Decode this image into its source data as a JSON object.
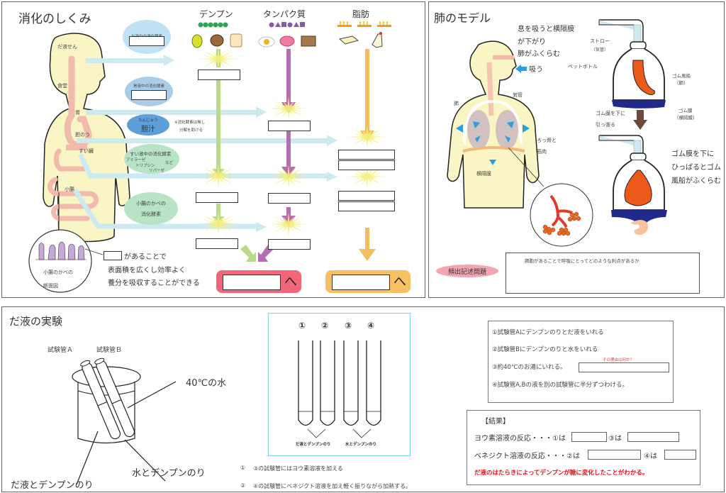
{
  "digestion": {
    "title": "消化のしくみ",
    "columns": [
      {
        "label": "デンプン",
        "color": "#b9d98b"
      },
      {
        "label": "タンパク質",
        "color": "#b46fb0"
      },
      {
        "label": "脂肪",
        "color": "#f4bd5d"
      }
    ],
    "organs": {
      "salivary": "だ液せん",
      "esophagus": "食堂",
      "stomach": "胃",
      "gallbladder": "胆のう",
      "pancreas": "すい臓",
      "small_intestine": "小腸"
    },
    "enzymes": {
      "saliva": "だ液中の消化酵素",
      "gastric": "胃液中の消化酵素",
      "bile_reading": "たんじゅう",
      "bile": "胆汁",
      "bile_note_1": "※消化酵素は無し",
      "bile_note_2": "分解を助ける",
      "pancreatic": "すい液中の消化酵素",
      "amylase": "アミラーゼ",
      "trypsin": "トリプシン",
      "lipase": "リパーゼ",
      "etc": "など",
      "intestinal_1": "小腸のかべの",
      "intestinal_2": "消化酵素"
    },
    "villi": {
      "caption_1": "小腸のかべの",
      "caption_2": "断面図",
      "line1": "があることで",
      "line2": "表面積を広くし効率よく",
      "line3": "養分を吸収することができる"
    },
    "destination_arrow": "へ",
    "colors": {
      "flow_arrow": "#cdeaf0",
      "saliva_ellipse": "#bfe2f5",
      "gastric_ellipse": "#a9cce9",
      "bile_ellipse": "#5d9fd6",
      "green_ellipse": "#b8e3c4",
      "body": "#faf5c5",
      "gut": "#f2b9ad",
      "starburst": "#f5f07a",
      "red_box": "#f0677a",
      "orange_box": "#f7c062"
    }
  },
  "lung": {
    "title": "肺のモデル",
    "inhale_1": "息を吸うと横隔膜",
    "inhale_2": "が下がり",
    "inhale_3": "肺がふくらむ",
    "inhale_label": "吸う",
    "trachea": "気管",
    "lung": "肺",
    "ribs_1": "ろっ骨と",
    "ribs_2": "筋肉",
    "diaphragm": "横隔膜",
    "straw_1": "ストロー",
    "straw_2": "（気管）",
    "bottle": "ペットボトル",
    "balloon_1": "ゴム風船",
    "balloon_2": "（肺）",
    "membrane_1": "ゴム膜",
    "membrane_2": "（横隔膜）",
    "pull_1": "ゴム膜を下に",
    "pull_2": "引っ張る",
    "result_1": "ゴム膜を下に",
    "result_2": "ひっぱるとゴム",
    "result_3": "風船がふくらむ",
    "exam_badge": "頻出記述問題",
    "question": "肺胞があることで呼吸にとってどのような利点があるか"
  },
  "saliva_experiment": {
    "title": "だ液の実験",
    "tube_a": "試験管Ａ",
    "tube_b": "試験管Ｂ",
    "water": "40℃の水",
    "saliva_starch": "だ液とデンプンのり",
    "water_starch": "水とデンプンのり",
    "tube_numbers": [
      "①",
      "②",
      "③",
      "④"
    ],
    "tube_group_1": "だ液とデンプンのり",
    "tube_group_2": "水とデンプンのり",
    "instructions": [
      {
        "num": "①",
        "text": "③の試験管にはヨウ素溶液を加える"
      },
      {
        "num": "②",
        "text": "④の試験管にベネジクト溶液を加え軽く振りながら加熱する。"
      }
    ],
    "steps": [
      "①試験管Aにデンプンのりとだ液をいれる",
      "②試験管Bにデンプンのりと水をいれる",
      "③約40℃のお湯にいれる。",
      "④試験管A,Bの液を別の試験管に半分ずつわける。"
    ],
    "step_hint": "その理由は何か？",
    "results": {
      "title": "【結果】",
      "iodine_label": "ヨウ素溶液の反応・・・①は",
      "iodine_3": "③は",
      "benedict_label": "ベネジクト溶液の反応・・・②は",
      "benedict_4": "④は",
      "conclusion": "だ液のはたらきによってデンプンが糖に変化したことがわかる。"
    }
  }
}
